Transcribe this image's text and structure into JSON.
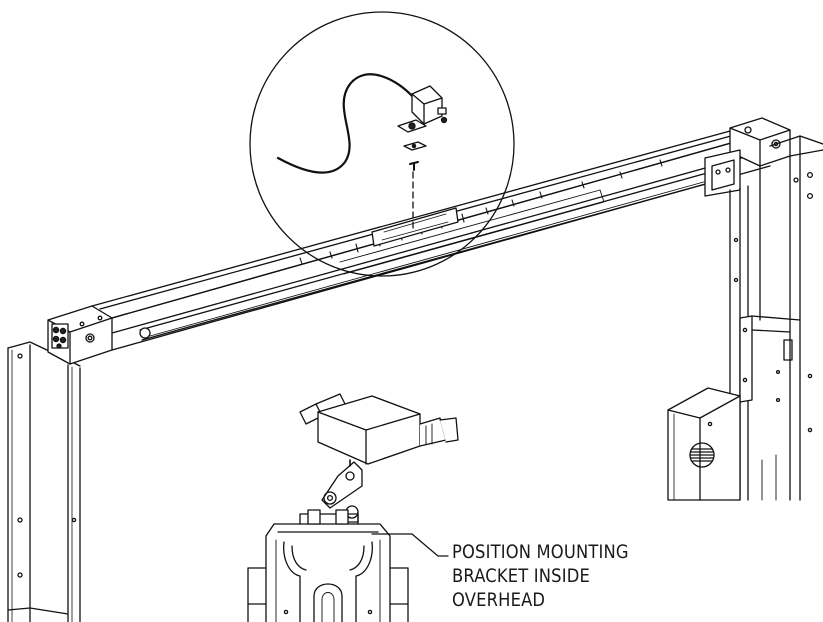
{
  "callout": {
    "lines": [
      "POSITION MOUNTING",
      "BRACKET INSIDE",
      "OVERHEAD"
    ]
  }
}
